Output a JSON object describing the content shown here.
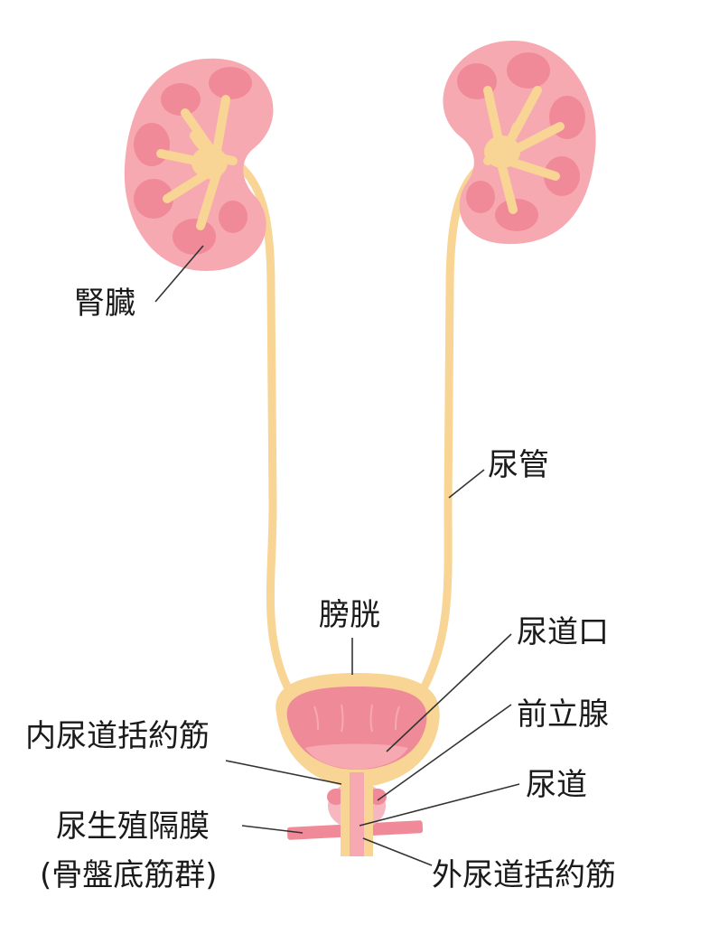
{
  "labels": {
    "kidney": "腎臓",
    "ureter": "尿管",
    "bladder": "膀胱",
    "ureteral_orifice": "尿道口",
    "internal_sphincter": "内尿道括約筋",
    "prostate": "前立腺",
    "urethra": "尿道",
    "urogenital_diaphragm": "尿生殖隔膜",
    "pelvic_floor": "(骨盤底筋群)",
    "external_sphincter": "外尿道括約筋"
  },
  "colors": {
    "kidney_outer": "#f7a9b1",
    "kidney_inner": "#f08a98",
    "ureter": "#f8d495",
    "bladder_wall": "#f8d495",
    "bladder_inner": "#ef8a99",
    "prostate": "#f6b8c0",
    "line": "#333333"
  }
}
